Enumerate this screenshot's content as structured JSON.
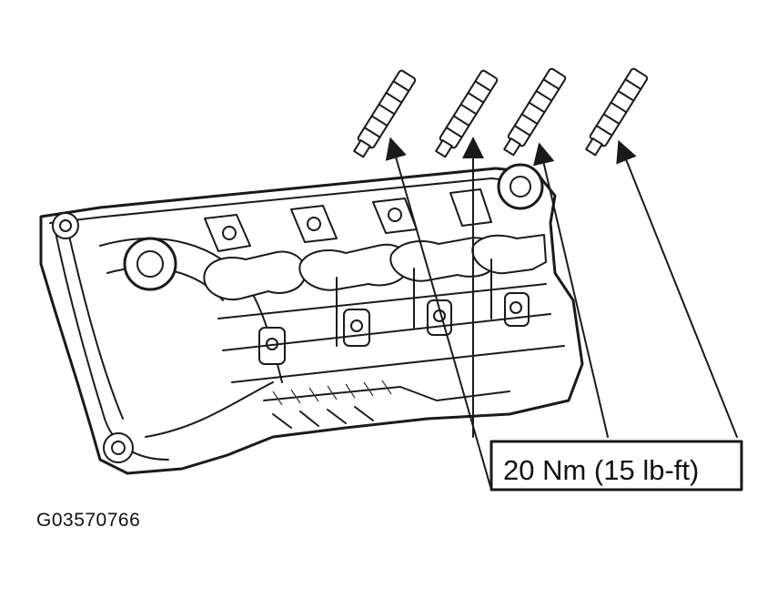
{
  "diagram": {
    "torque_label": "20 Nm (15 lb-ft)",
    "figure_id": "G03570766",
    "spark_plug_count": 4
  }
}
